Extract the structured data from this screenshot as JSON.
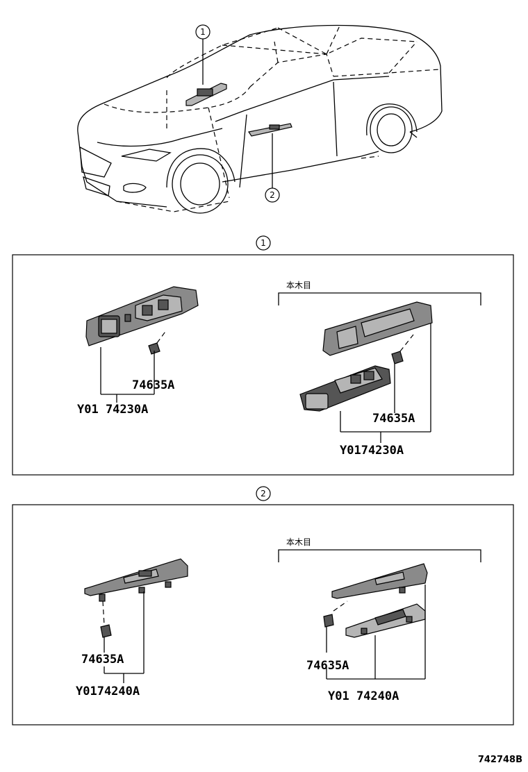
{
  "diagram": {
    "callouts": {
      "one": "1",
      "two": "2"
    },
    "section1": {
      "variant_label": "本木目",
      "left_parts": {
        "clip": "74635A",
        "switch": "Y01 74230A"
      },
      "right_parts": {
        "clip": "74635A",
        "switch": "Y0174230A"
      }
    },
    "section2": {
      "variant_label": "本木目",
      "left_parts": {
        "clip": "74635A",
        "switch": "Y0174240A"
      },
      "right_parts": {
        "clip": "74635A",
        "switch": "Y01 74240A"
      }
    },
    "illustration_code": "742748B"
  }
}
